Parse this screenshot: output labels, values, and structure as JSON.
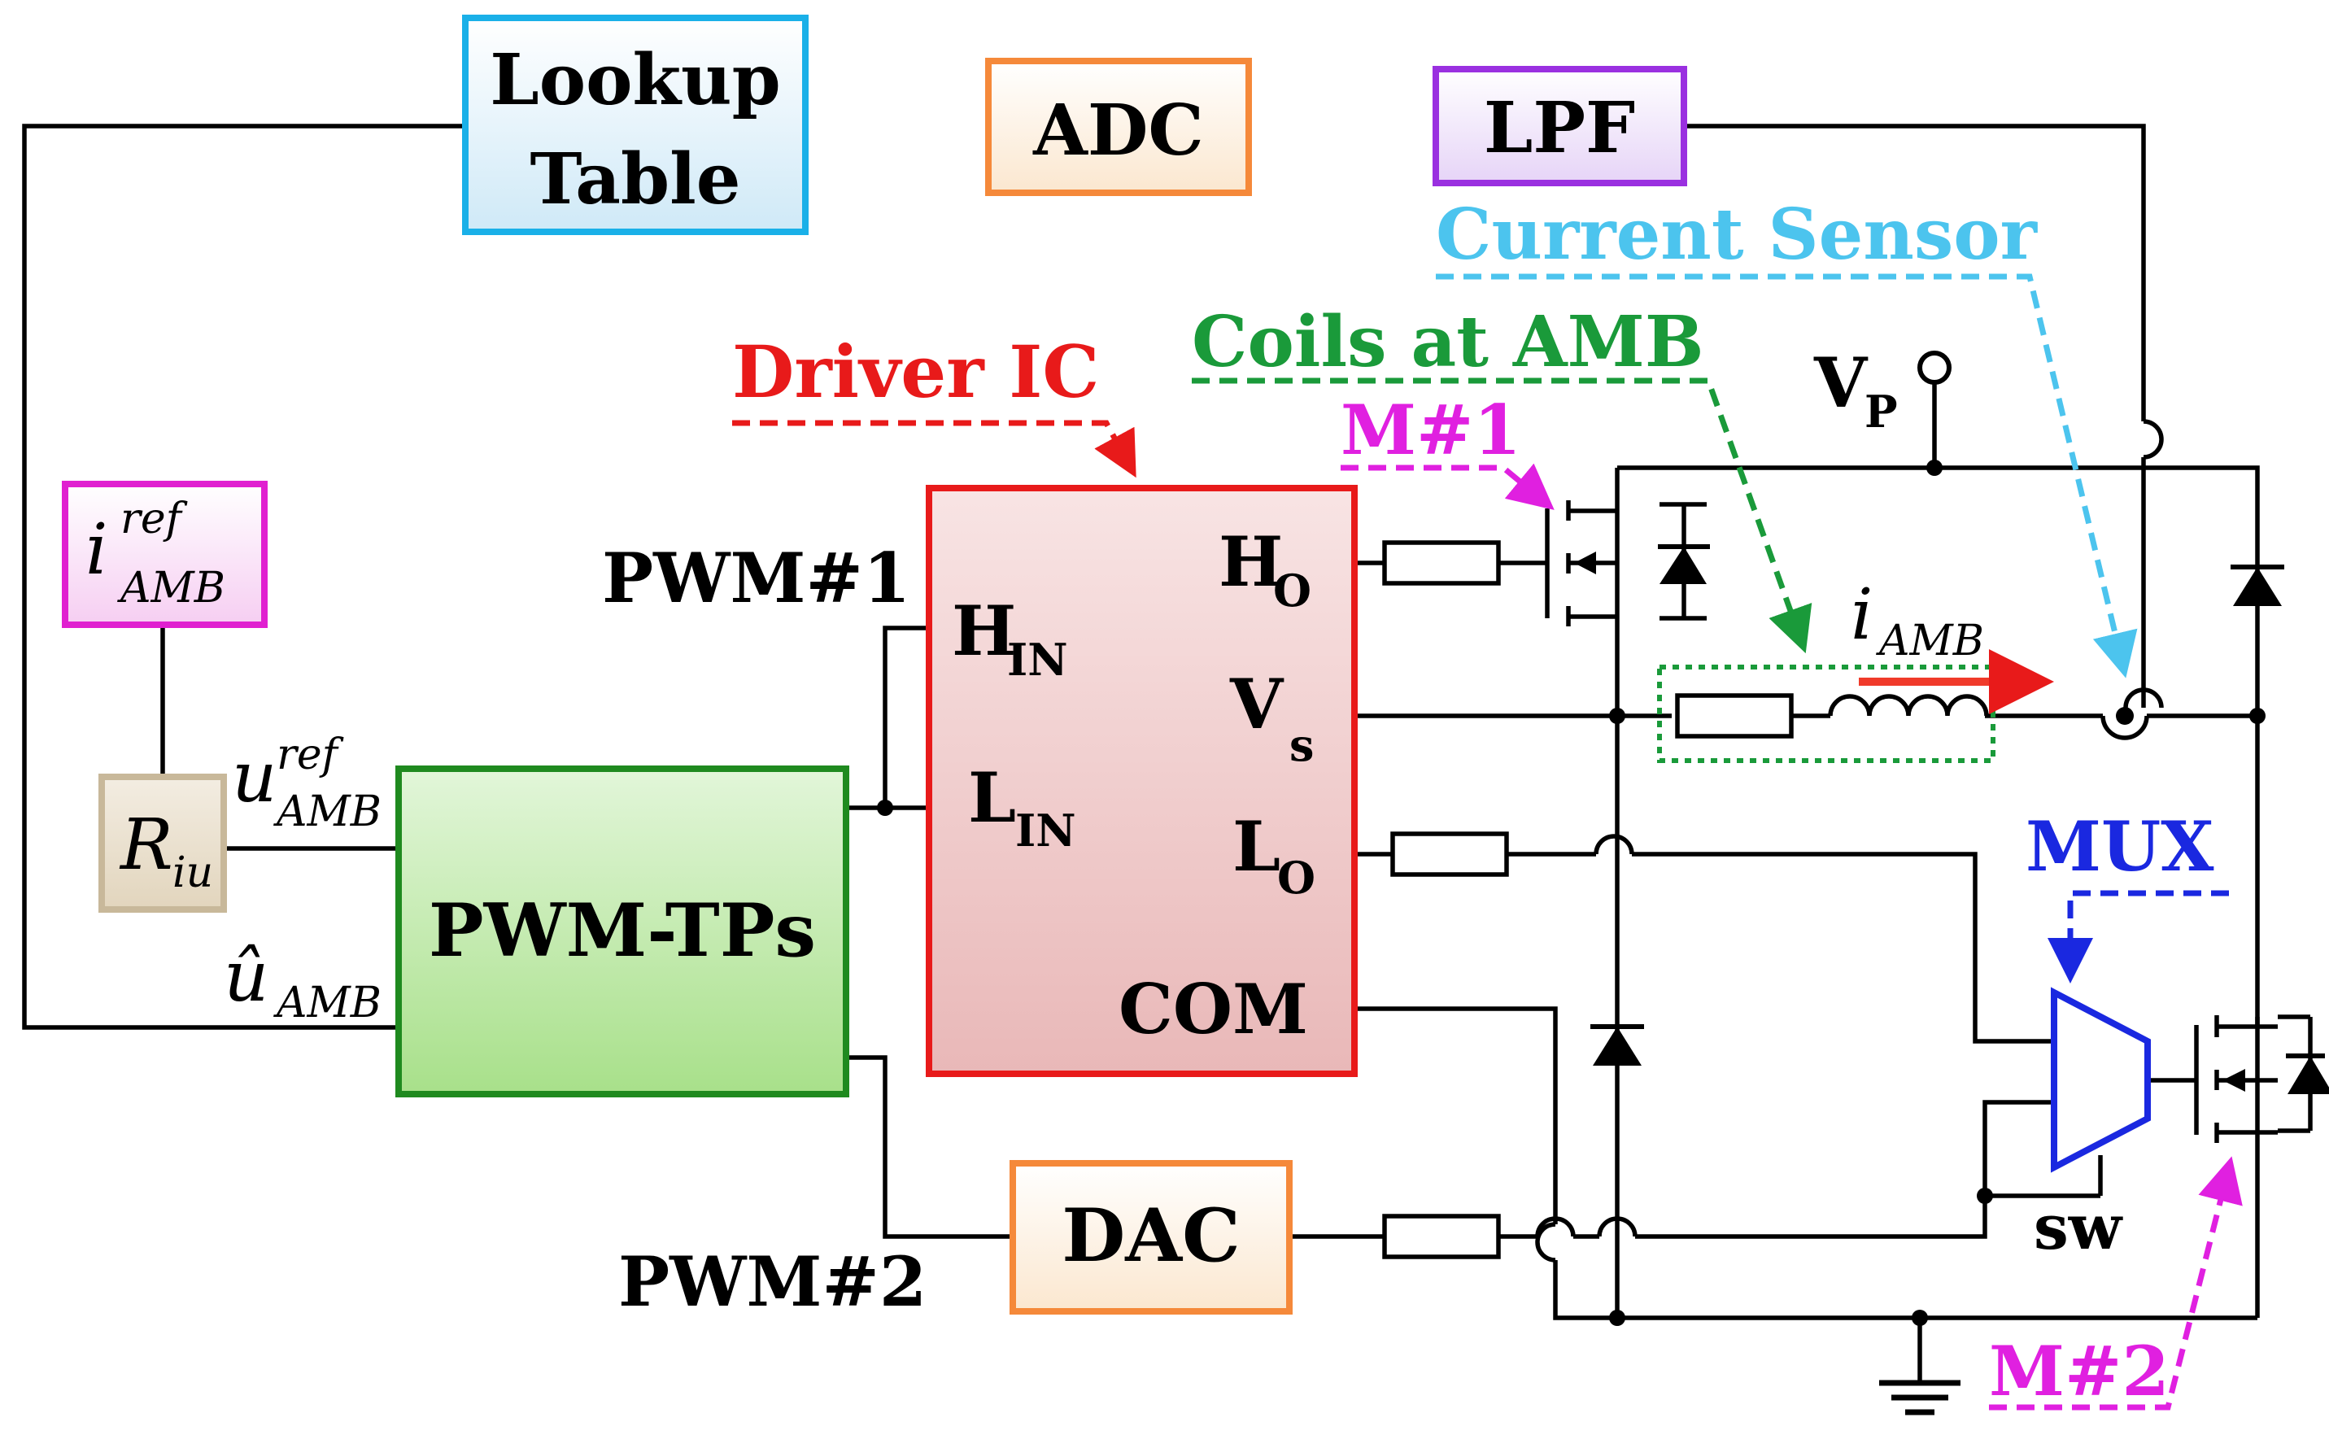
{
  "colors": {
    "lookup": "#1ab0e8",
    "adc": "#f5893a",
    "lpf": "#9a30e0",
    "driver": "#e81a1a",
    "pwm_tps": "#1f8a1f",
    "iref": "#e020d0",
    "riu": "#c8b89a",
    "dac": "#f5893a",
    "current_sensor": "#4cc4ee",
    "coils": "#1a9a3a",
    "mux": "#1a28e0",
    "m_label": "#e020e0",
    "arrow_iamb": "#f03a2a"
  },
  "blocks": {
    "lookup_line1": "Lookup",
    "lookup_line2": "Table",
    "adc": "ADC",
    "lpf": "LPF",
    "pwm_tps": "PWM-TPs",
    "dac": "DAC",
    "riu_main": "R",
    "riu_sub": "iu",
    "iref_main": "i",
    "iref_sup": "ref",
    "iref_sub": "AMB"
  },
  "driver_ic": {
    "hin_main": "H",
    "hin_sub": "IN",
    "lin_main": "L",
    "lin_sub": "IN",
    "ho_main": "H",
    "ho_sub": "O",
    "vs_main": "V",
    "vs_sub": "s",
    "lo_main": "L",
    "lo_sub": "O",
    "com": "COM"
  },
  "labels": {
    "pwm1": "PWM#1",
    "pwm2": "PWM#2",
    "driver_ic": "Driver IC",
    "coils": "Coils at AMB",
    "current_sensor": "Current Sensor",
    "m1": "M#1",
    "m2": "M#2",
    "mux": "MUX",
    "sw": "sw",
    "vp_main": "V",
    "vp_sub": "P",
    "iamb_main": "i",
    "iamb_sub": "AMB",
    "uref_main": "u",
    "uref_sup": "ref",
    "uref_sub": "AMB",
    "uhat_main": "û",
    "uhat_sub": "AMB"
  }
}
